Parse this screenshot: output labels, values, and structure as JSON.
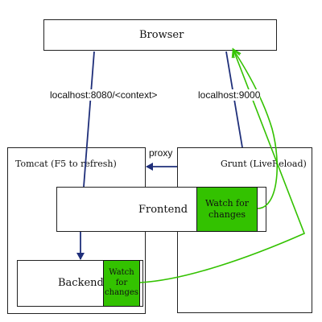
{
  "nodes": {
    "browser": "Browser",
    "tomcat": "Tomcat (F5 to refresh)",
    "grunt": "Grunt (LiveReload)",
    "frontend": "Frontend",
    "backend": "Backend",
    "frontend_watch": "Watch for changes",
    "backend_watch": "Watch for changes"
  },
  "edges": {
    "tomcat_url": "localhost:8080/<context>",
    "grunt_url": "localhost:9000",
    "proxy": "proxy"
  },
  "colors": {
    "line_blue": "#1f2f7a",
    "line_green": "#33c200",
    "watch_fill": "#33c200",
    "border": "#222222"
  }
}
